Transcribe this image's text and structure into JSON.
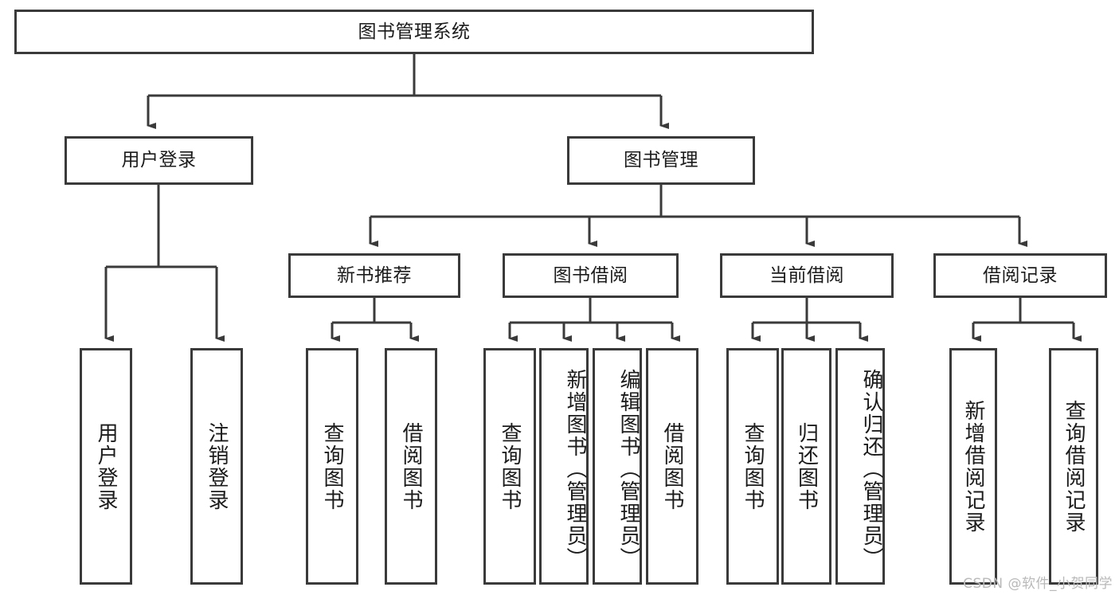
{
  "diagram": {
    "title": "图书管理系统",
    "type": "tree-hierarchy",
    "watermark": "CSDN @软件_小贺同学",
    "colors": {
      "stroke": "#3a3a3a",
      "fill": "#ffffff",
      "text": "#1b1b1b",
      "watermark": "#b9b9b9"
    },
    "root": {
      "label": "图书管理系统"
    },
    "level2": [
      {
        "label": "用户登录"
      },
      {
        "label": "图书管理"
      }
    ],
    "level3": [
      {
        "label": "新书推荐"
      },
      {
        "label": "图书借阅"
      },
      {
        "label": "当前借阅"
      },
      {
        "label": "借阅记录"
      }
    ],
    "leaves": {
      "user_login": [
        {
          "label": "用户登录"
        },
        {
          "label": "注销登录"
        }
      ],
      "new_book": [
        {
          "label": "查询图书"
        },
        {
          "label": "借阅图书"
        }
      ],
      "book_borrow": [
        {
          "label": "查询图书"
        },
        {
          "label": "新增图书（管理员）"
        },
        {
          "label": "编辑图书（管理员）"
        },
        {
          "label": "借阅图书"
        }
      ],
      "current_borrow": [
        {
          "label": "查询图书"
        },
        {
          "label": "归还图书"
        },
        {
          "label": "确认归还（管理员）"
        }
      ],
      "borrow_record": [
        {
          "label": "新增借阅记录"
        },
        {
          "label": "查询借阅记录"
        }
      ]
    }
  }
}
